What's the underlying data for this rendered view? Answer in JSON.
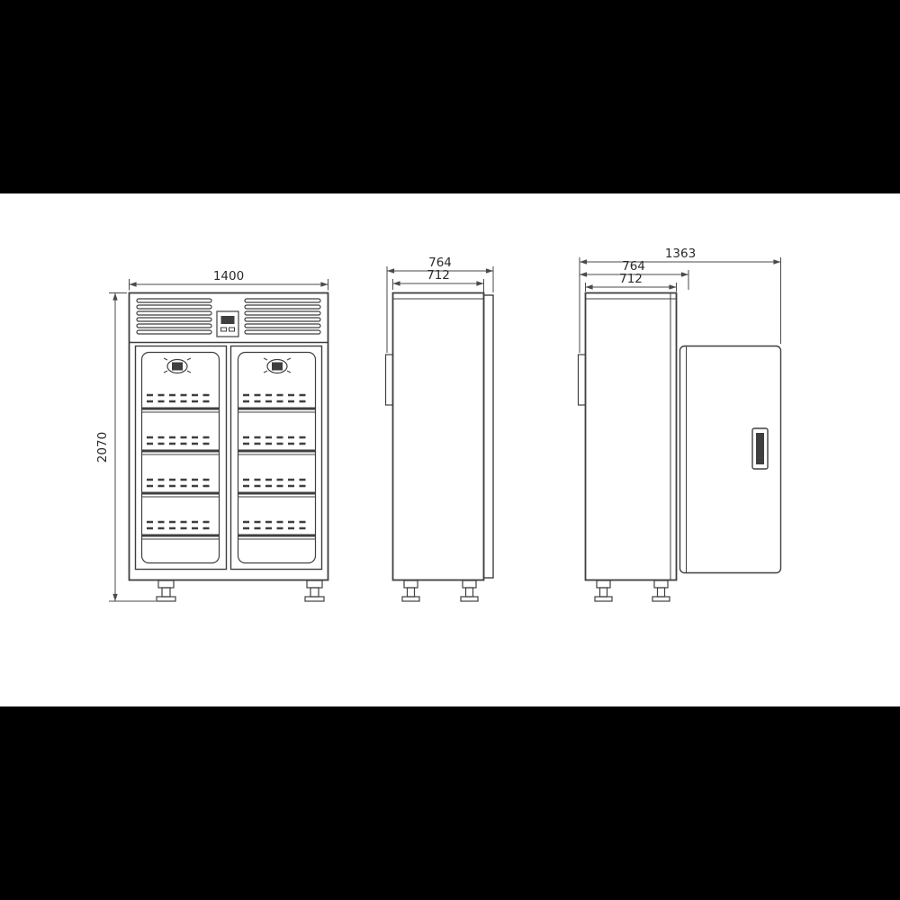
{
  "drawing": {
    "views": [
      {
        "id": "front",
        "dimensions": {
          "width": "1400",
          "height": "2070"
        }
      },
      {
        "id": "side-closed",
        "dimensions": {
          "depth_with_door": "764",
          "body_depth": "712"
        }
      },
      {
        "id": "side-open",
        "dimensions": {
          "depth_door_open": "1363",
          "depth_with_door": "764",
          "body_depth": "712"
        }
      }
    ],
    "colors": {
      "line": "#3f3f3f",
      "background": "#ffffff",
      "letterbox": "#000000"
    }
  }
}
